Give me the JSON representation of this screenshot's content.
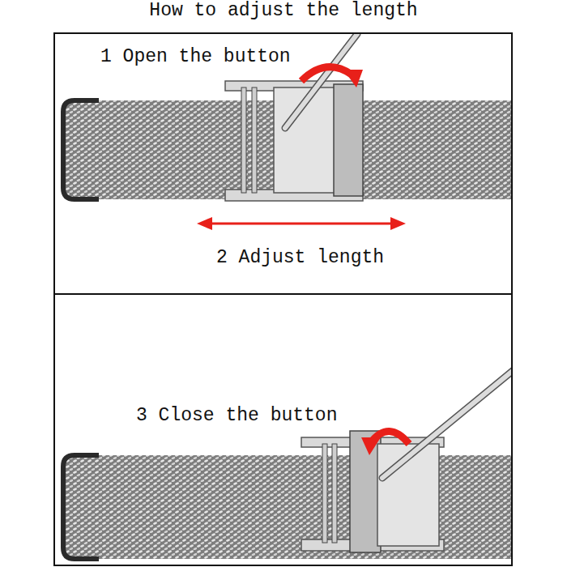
{
  "diagram": {
    "title": "How to adjust the length",
    "nodes": [
      {
        "text": [
          "1 Open the button",
          "2 Adjust length"
        ]
      },
      {
        "text": [
          "3 Close the button"
        ]
      }
    ]
  }
}
